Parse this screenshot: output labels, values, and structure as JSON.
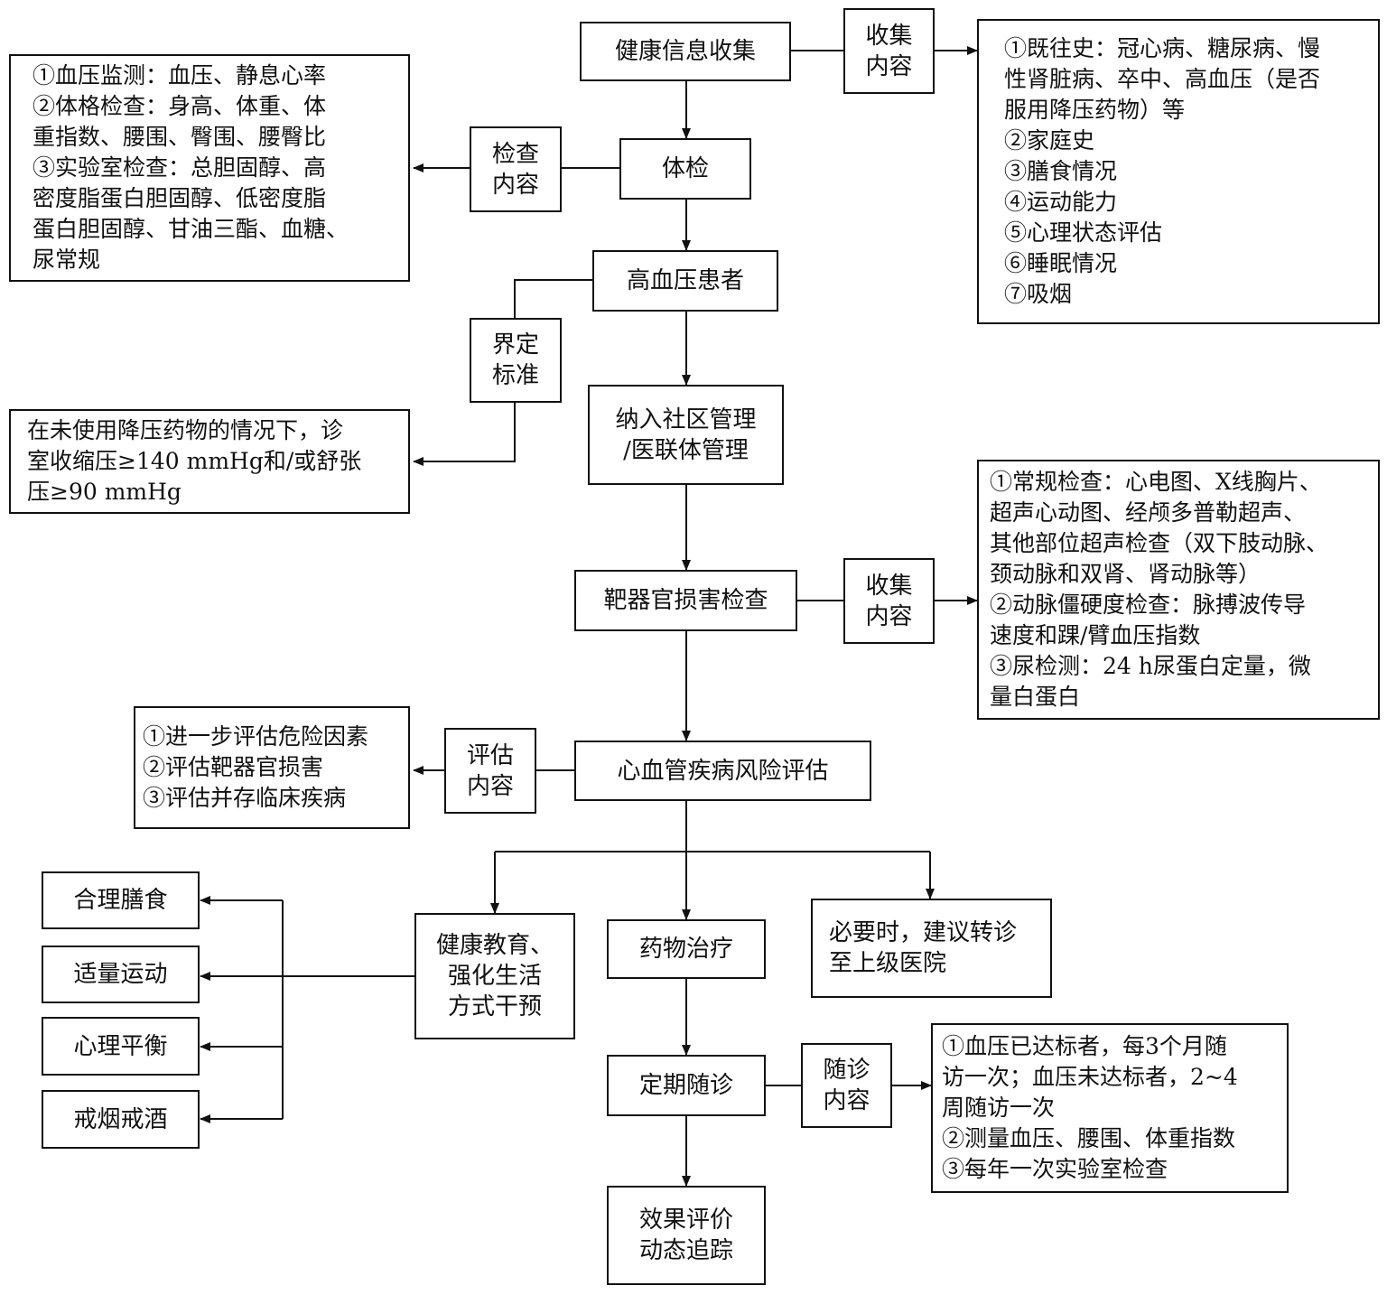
{
  "nodes": {
    "info_collect": "健康信息收集",
    "exam": "体检",
    "hypertensive": "高血压患者",
    "manage": [
      "纳入社区管理",
      "/医联体管理"
    ],
    "target_organ": "靶器官损害检查",
    "cv_risk": "心血管疾病风险评估",
    "health_edu": [
      "健康教育、",
      "强化生活",
      "方式干预"
    ],
    "drug": "药物治疗",
    "referral": [
      "必要时，建议转诊",
      "至上级医院"
    ],
    "followup": "定期随诊",
    "evaluate": [
      "效果评价",
      "动态追踪"
    ]
  },
  "labels": {
    "collect_content_1": [
      "收集",
      "内容"
    ],
    "exam_content": [
      "检查",
      "内容"
    ],
    "define_std": [
      "界定",
      "标准"
    ],
    "collect_content_2": [
      "收集",
      "内容"
    ],
    "eval_content": [
      "评估",
      "内容"
    ],
    "followup_content": [
      "随诊",
      "内容"
    ]
  },
  "details": {
    "history": [
      "①既往史：冠心病、糖尿病、慢",
      "性肾脏病、卒中、高血压（是否",
      "服用降压药物）等",
      "②家庭史",
      "③膳食情况",
      "④运动能力",
      "⑤心理状态评估",
      "⑥睡眠情况",
      "⑦吸烟"
    ],
    "exam_items": [
      "①血压监测：血压、静息心率",
      "②体格检查：身高、体重、体",
      "重指数、腰围、臀围、腰臀比",
      "③实验室检查：总胆固醇、高",
      "密度脂蛋白胆固醇、低密度脂",
      "蛋白胆固醇、甘油三酯、血糖、",
      "尿常规"
    ],
    "criteria": [
      "在未使用降压药物的情况下，诊",
      "室收缩压≥140 mmHg和/或舒张",
      "压≥90 mmHg"
    ],
    "organ_items": [
      "①常规检查：心电图、X线胸片、",
      "超声心动图、经颅多普勒超声、",
      "其他部位超声检查（双下肢动脉、",
      "颈动脉和双肾、肾动脉等）",
      "②动脉僵硬度检查：脉搏波传导",
      "速度和踝/臂血压指数",
      "③尿检测：24 h尿蛋白定量，微",
      "量白蛋白"
    ],
    "risk_items": [
      "①进一步评估危险因素",
      "②评估靶器官损害",
      "③评估并存临床疾病"
    ],
    "lifestyle": [
      "合理膳食",
      "适量运动",
      "心理平衡",
      "戒烟戒酒"
    ],
    "followup_items": [
      "①血压已达标者，每3个月随",
      "访一次；血压未达标者，2~4",
      "周随访一次",
      "②测量血压、腰围、体重指数",
      "③每年一次实验室检查"
    ]
  }
}
